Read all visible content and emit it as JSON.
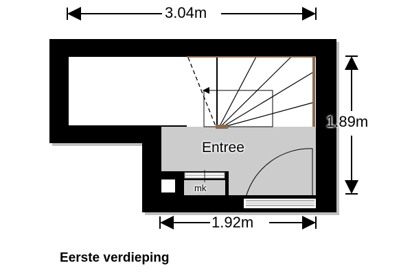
{
  "plan": {
    "title": "Eerste verdieping",
    "room_label": "Entree",
    "closet_label": "mk",
    "dim_width_top": "3.04m",
    "dim_height_right": "1.89m",
    "dim_width_bottom": "1.92m"
  },
  "colors": {
    "wall": "#000000",
    "floor": "#cccccc",
    "stair_edge": "#8b6a4e"
  }
}
